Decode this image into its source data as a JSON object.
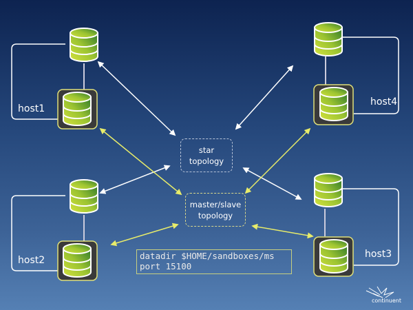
{
  "hosts": [
    {
      "label": "host1",
      "position": "top-left"
    },
    {
      "label": "host4",
      "position": "top-right"
    },
    {
      "label": "host2",
      "position": "bottom-left"
    },
    {
      "label": "host3",
      "position": "bottom-right"
    }
  ],
  "topologies": {
    "star": {
      "line1": "star",
      "line2": "topology"
    },
    "master_slave": {
      "line1": "master/slave",
      "line2": "topology"
    }
  },
  "config": {
    "line1": "datadir $HOME/sandboxes/ms",
    "line2": "port 15100"
  },
  "logo": {
    "text": "continuent"
  },
  "colors": {
    "star_arrow": "#ffffff",
    "master_slave_arrow": "#e8ec6a",
    "db_green_light": "#c8dc3c",
    "db_green_dark": "#2e7a2a",
    "master_box": "#3a3a3a",
    "master_box_border": "#e0e07a"
  }
}
